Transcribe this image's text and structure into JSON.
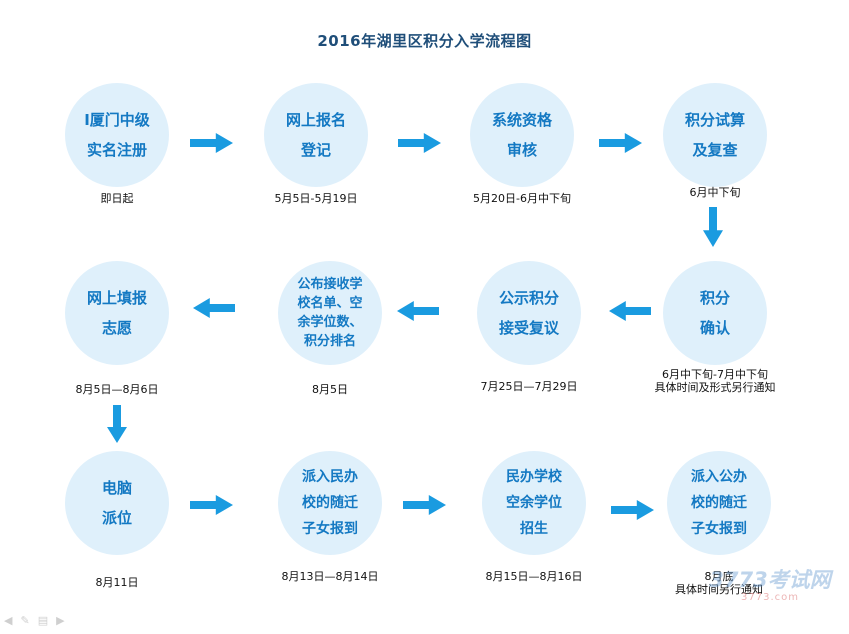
{
  "title": "2016年湖里区积分入学流程图",
  "steps": [
    {
      "lines": [
        "Ⅰ厦门中级",
        "实名注册"
      ],
      "note": [
        "即日起"
      ]
    },
    {
      "lines": [
        "网上报名",
        "登记"
      ],
      "note": [
        "5月5日-5月19日"
      ]
    },
    {
      "lines": [
        "系统资格",
        "审核"
      ],
      "note": [
        "5月20日-6月中下旬"
      ]
    },
    {
      "lines": [
        "积分试算",
        "及复查"
      ],
      "note": [
        "6月中下旬"
      ]
    },
    {
      "lines": [
        "积分",
        "确认"
      ],
      "note": [
        "6月中下旬-7月中下旬",
        "具体时间及形式另行通知"
      ]
    },
    {
      "lines": [
        "公示积分",
        "接受复议"
      ],
      "note": [
        "7月25日—7月29日"
      ]
    },
    {
      "lines": [
        "公布接收学",
        "校名单、空",
        "余学位数、",
        "积分排名"
      ],
      "note": [
        "8月5日"
      ]
    },
    {
      "lines": [
        "网上填报",
        "志愿"
      ],
      "note": [
        "8月5日—8月6日"
      ]
    },
    {
      "lines": [
        "电脑",
        "派位"
      ],
      "note": [
        "8月11日"
      ]
    },
    {
      "lines": [
        "派入民办",
        "校的随迁",
        "子女报到"
      ],
      "note": [
        "8月13日—8月14日"
      ]
    },
    {
      "lines": [
        "民办学校",
        "空余学位",
        "招生"
      ],
      "note": [
        "8月15日—8月16日"
      ]
    },
    {
      "lines": [
        "派入公办",
        "校的随迁",
        "子女报到"
      ],
      "note": [
        "8月底",
        "具体时间另行通知"
      ]
    }
  ],
  "colors": {
    "circle": "#dff0fb",
    "node_text": "#1479c3",
    "arrow": "#1a9be0",
    "title": "#1f4e79"
  },
  "watermark": {
    "brand": "3773考试网",
    "url": "3773.com"
  }
}
